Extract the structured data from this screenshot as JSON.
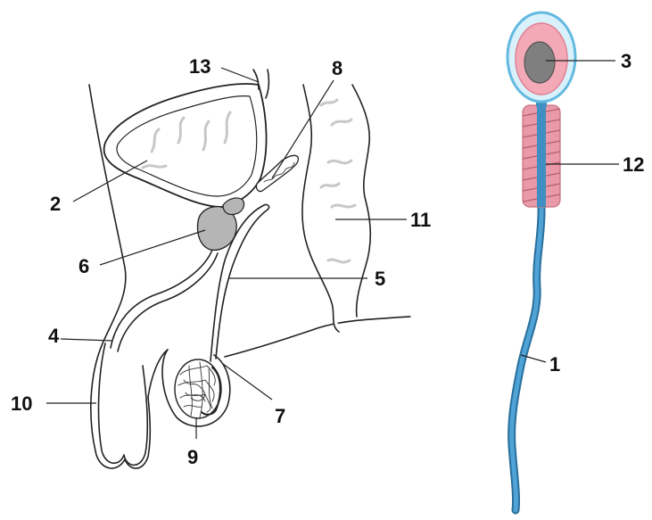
{
  "labels": {
    "l1": "1",
    "l2": "2",
    "l3": "3",
    "l4": "4",
    "l5": "5",
    "l6": "6",
    "l7": "7",
    "l8": "8",
    "l9": "9",
    "l10": "10",
    "l11": "11",
    "l12": "12",
    "l13": "13"
  },
  "colors": {
    "outline": "#222222",
    "gland": "#b5b5b5",
    "tissue_fill": "#ffffff",
    "fold_marks": "#c8c8c8",
    "sperm_head_outer": "#d9f1fb",
    "sperm_head_rim": "#63b9e0",
    "sperm_head_pink": "#f4a9b7",
    "sperm_nucleus": "#7f7f7f",
    "midpiece_pink": "#e89aa8",
    "tail_blue": "#3f8fc2",
    "tail_dark": "#2a6f9b"
  }
}
